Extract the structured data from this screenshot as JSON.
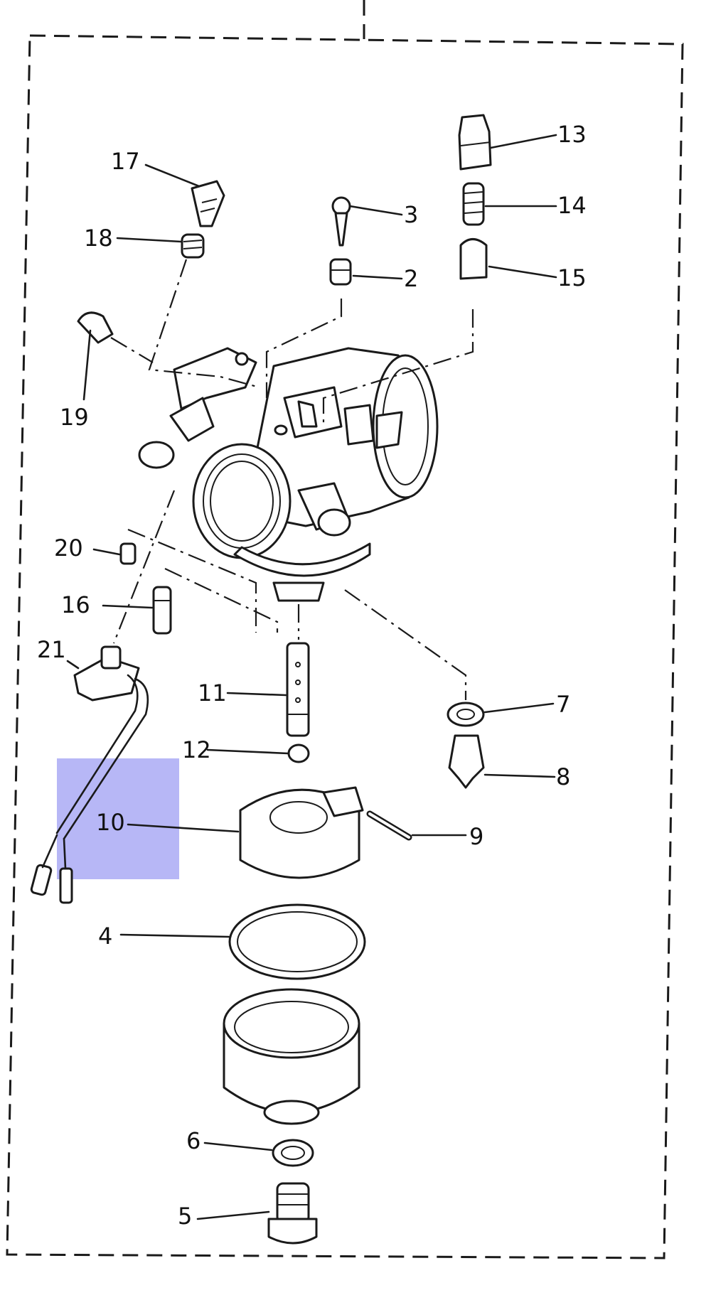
{
  "callouts": {
    "c1": "2",
    "c2": "3",
    "c3": "4",
    "c4": "5",
    "c5": "6",
    "c6": "7",
    "c7": "8",
    "c8": "9",
    "c9": "10",
    "c10": "11",
    "c11": "12",
    "c12": "13",
    "c13": "14",
    "c14": "15",
    "c15": "16",
    "c16": "17",
    "c17": "18",
    "c18": "19",
    "c19": "20",
    "c20": "21"
  },
  "highlight": {
    "color": "#b3b3f5",
    "target": "10"
  },
  "colors": {
    "line": "#1a1a1a",
    "background": "#ffffff"
  }
}
